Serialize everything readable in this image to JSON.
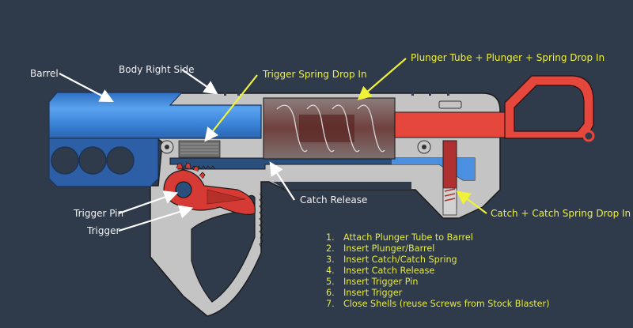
{
  "colors": {
    "background": "#2f3a4b",
    "white_label": "#f2f2f2",
    "yellow_label": "#eef03a",
    "barrel_blue": "#3d86d8",
    "body_gray": "#c4c4c4",
    "plunger_red": "#e5473d"
  },
  "labels": {
    "barrel": "Barrel",
    "body_right_side": "Body Right Side",
    "trigger_spring": "Trigger Spring Drop In",
    "plunger_tube": "Plunger Tube + Plunger + Spring Drop In",
    "catch_release": "Catch Release",
    "trigger_pin": "Trigger Pin",
    "trigger": "Trigger",
    "catch_spring": "Catch + Catch Spring Drop In"
  },
  "steps": [
    {
      "num": "1.",
      "text": "Attach Plunger Tube to Barrel"
    },
    {
      "num": "2.",
      "text": "Insert Plunger/Barrel"
    },
    {
      "num": "3.",
      "text": "Insert Catch/Catch Spring"
    },
    {
      "num": "4.",
      "text": "Insert Catch Release"
    },
    {
      "num": "5.",
      "text": "Insert Trigger Pin"
    },
    {
      "num": "6.",
      "text": "Insert Trigger"
    },
    {
      "num": "7.",
      "text": "Close Shells (reuse Screws from Stock Blaster)"
    }
  ]
}
